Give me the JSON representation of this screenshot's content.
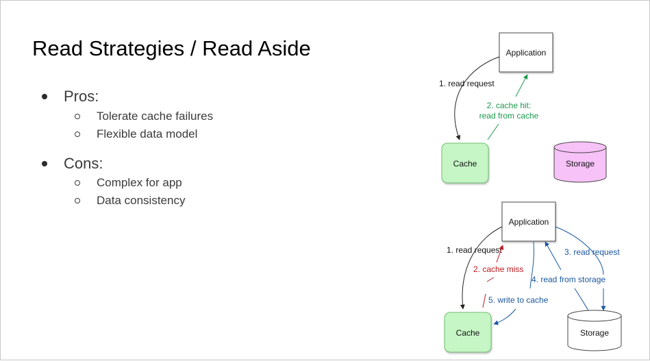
{
  "slide": {
    "title": "Read Strategies / Read Aside",
    "sections": [
      {
        "label": "Pros:",
        "items": [
          "Tolerate cache failures",
          "Flexible data model"
        ]
      },
      {
        "label": "Cons:",
        "items": [
          "Complex for app",
          "Data consistency"
        ]
      }
    ]
  },
  "diagram_hit": {
    "application": "Application",
    "cache": "Cache",
    "storage": "Storage",
    "read_request": "1. read request",
    "cache_hit_line1": "2. cache hit:",
    "cache_hit_line2": "read from cache"
  },
  "diagram_miss": {
    "application": "Application",
    "cache": "Cache",
    "storage": "Storage",
    "read_request": "1. read request",
    "cache_miss": "2. cache miss",
    "read_request_storage": "3. read request",
    "read_from_storage": "4. read from storage",
    "write_to_cache": "5. write to cache"
  },
  "colors": {
    "cache_fill": "#c6f5c6",
    "storage_hit_fill": "#f7c2f7",
    "green_label": "#1a9a4a",
    "red_label": "#c0181e",
    "blue_label": "#1a56a0"
  }
}
